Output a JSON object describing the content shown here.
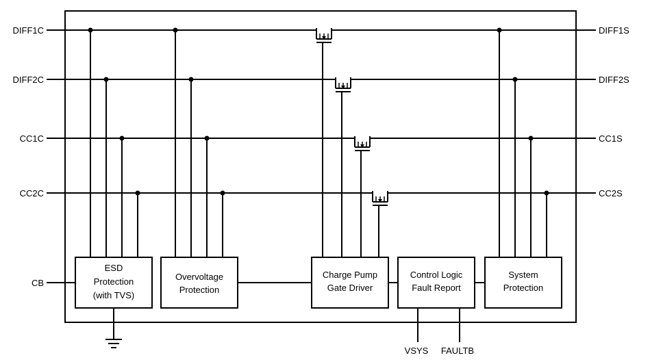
{
  "pins_left": {
    "diff1c": "DIFF1C",
    "diff2c": "DIFF2C",
    "cc1c": "CC1C",
    "cc2c": "CC2C",
    "cb": "CB"
  },
  "pins_right": {
    "diff1s": "DIFF1S",
    "diff2s": "DIFF2S",
    "cc1s": "CC1S",
    "cc2s": "CC2S"
  },
  "pins_bottom": {
    "vsys": "VSYS",
    "faultb": "FAULTB"
  },
  "blocks": {
    "esd": [
      "ESD",
      "Protection",
      "(with TVS)"
    ],
    "ovp": [
      "Overvoltage",
      "Protection"
    ],
    "cp": [
      "Charge Pump",
      "Gate Driver"
    ],
    "ctrl": [
      "Control Logic",
      "Fault Report"
    ],
    "sys": [
      "System",
      "Protection"
    ]
  },
  "icons": {
    "switch": "mosfet-switch-icon",
    "ground": "ground-icon"
  }
}
